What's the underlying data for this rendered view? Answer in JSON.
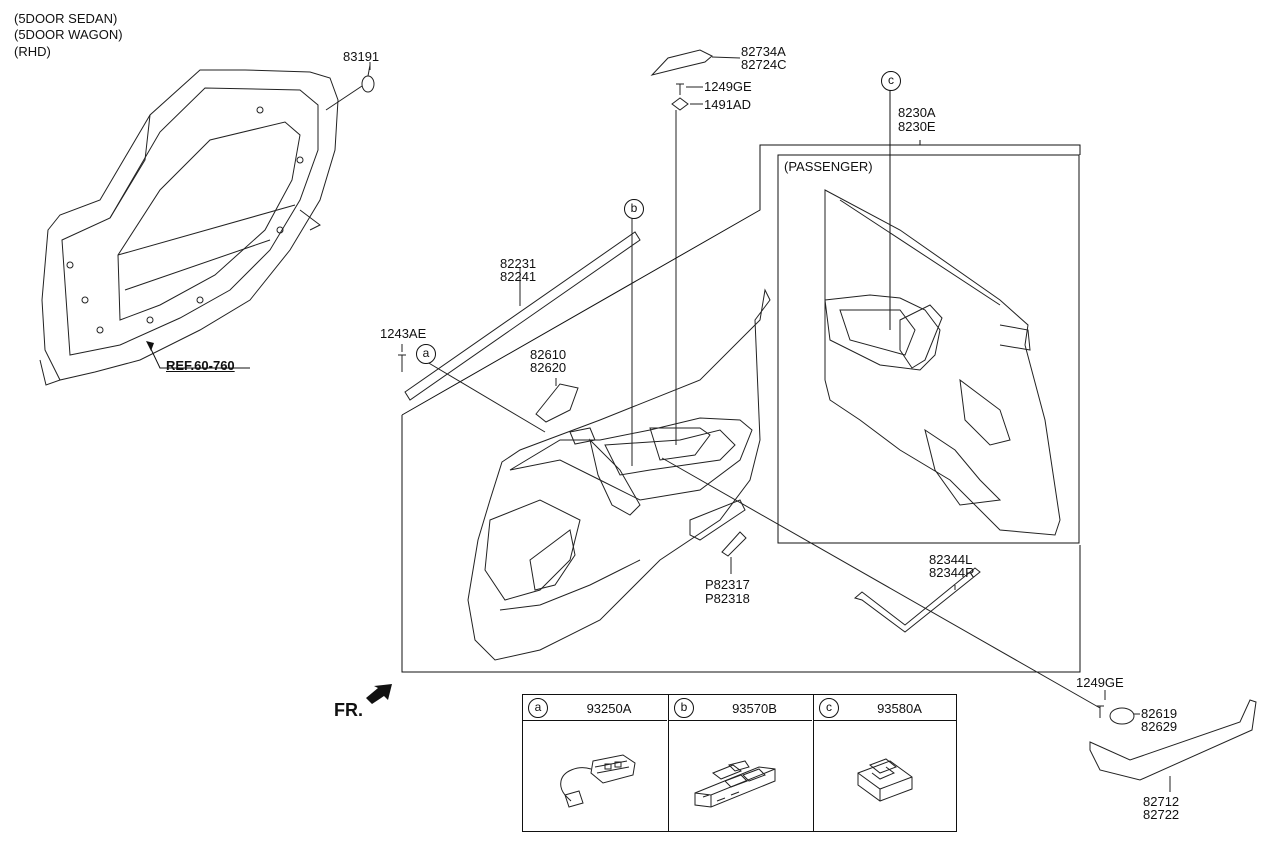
{
  "variants": [
    "(5DOOR SEDAN)",
    "(5DOOR WAGON)",
    "(RHD)"
  ],
  "reference": "REF.60-760",
  "front_label": "FR.",
  "passenger_label": "(PASSENGER)",
  "callouts": {
    "a": "a",
    "b": "b",
    "c": "c"
  },
  "parts": {
    "p83191": "83191",
    "p82734A": "82734A",
    "p82724C": "82724C",
    "p1249GE_top": "1249GE",
    "p1491AD": "1491AD",
    "p8230A": "8230A",
    "p8230E": "8230E",
    "p82231": "82231",
    "p82241": "82241",
    "p1243AE": "1243AE",
    "p82610": "82610",
    "p82620": "82620",
    "p82344L": "82344L",
    "p82344R": "82344R",
    "pP82317": "P82317",
    "pP82318": "P82318",
    "p1249GE_bottom": "1249GE",
    "p82619": "82619",
    "p82629": "82629",
    "p82712": "82712",
    "p82722": "82722"
  },
  "legend": [
    {
      "key": "a",
      "code": "93250A",
      "icon": "door-lock-switch-icon"
    },
    {
      "key": "b",
      "code": "93570B",
      "icon": "power-window-main-switch-icon"
    },
    {
      "key": "c",
      "code": "93580A",
      "icon": "power-window-sub-switch-icon"
    }
  ]
}
